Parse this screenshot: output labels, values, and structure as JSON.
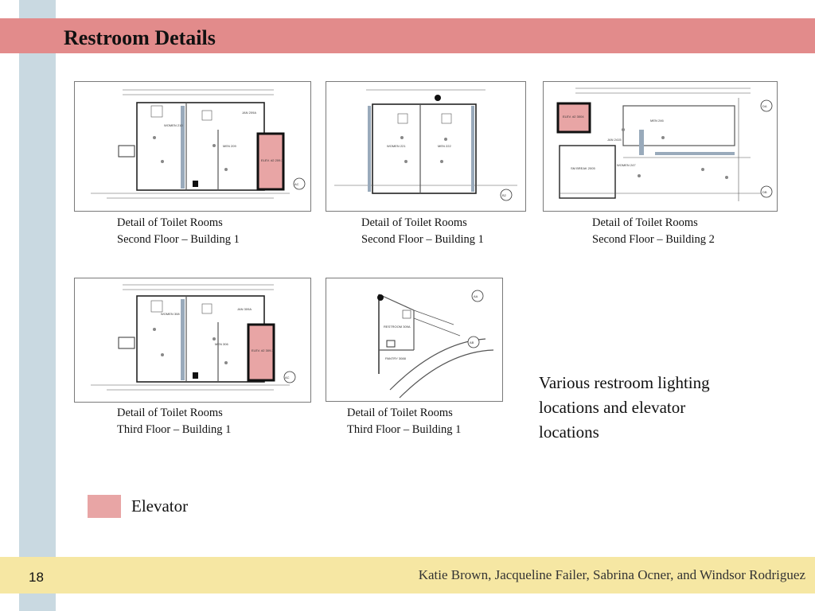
{
  "slide": {
    "title": "Restroom Details",
    "page_number": "18",
    "authors": "Katie Brown, Jacqueline Failer, Sabrina Ocner, and Windsor Rodriguez"
  },
  "plans": [
    {
      "caption_line1": "Detail of Toilet Rooms",
      "caption_line2": "Second Floor – Building 1",
      "rooms": [
        "WOMEN 210",
        "MEN 209",
        "JAN 209A",
        "ELEV. #2 209.3"
      ],
      "marker": "AC"
    },
    {
      "caption_line1": "Detail of Toilet Rooms",
      "caption_line2": "Second Floor – Building 1",
      "rooms": [
        "WOMEN 221",
        "MEN 222"
      ],
      "marker": "B2"
    },
    {
      "caption_line1": "Detail of Toilet Rooms",
      "caption_line2": "Second Floor – Building 2",
      "rooms": [
        "ELEV. #2 3004",
        "JAN 2415",
        "MEN 246",
        "WOMEN 247",
        "SM BREAK 2005"
      ],
      "markers": [
        "DA",
        "DB"
      ]
    },
    {
      "caption_line1": "Detail of Toilet Rooms",
      "caption_line2": "Third Floor – Building 1",
      "rooms": [
        "WOMEN 308",
        "MEN 306",
        "JAN 309A",
        "ELEV. #2 309.3"
      ],
      "marker": "AC"
    },
    {
      "caption_line1": "Detail of Toilet Rooms",
      "caption_line2": "Third Floor – Building 1",
      "rooms": [
        "RESTROOM 309A",
        "PANTRY 3088"
      ],
      "markers": [
        "AA",
        "AB"
      ]
    }
  ],
  "note": "Various restroom lighting locations and elevator locations",
  "legend": {
    "label": "Elevator",
    "color": "#e8a5a5"
  },
  "colors": {
    "title_band": "#e28b8b",
    "left_bar": "#c9d9e1",
    "footer_band": "#f6e7a3"
  }
}
